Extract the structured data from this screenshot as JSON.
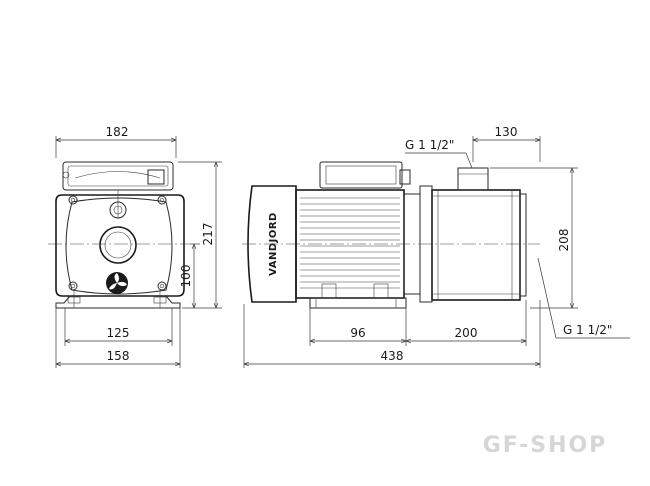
{
  "watermark": "GF-SHOP",
  "brand_label": "VANDJORD",
  "front_view": {
    "width_top": "182",
    "height_total": "217",
    "axis_height": "100",
    "foot_spacing": "125",
    "foot_width": "158"
  },
  "side_view": {
    "outlet_label": "G 1 1/2\"",
    "outlet_offset": "130",
    "height": "208",
    "foot_offset": "96",
    "foot_to_end": "200",
    "length_total": "438",
    "inlet_label": "G 1 1/2\""
  }
}
